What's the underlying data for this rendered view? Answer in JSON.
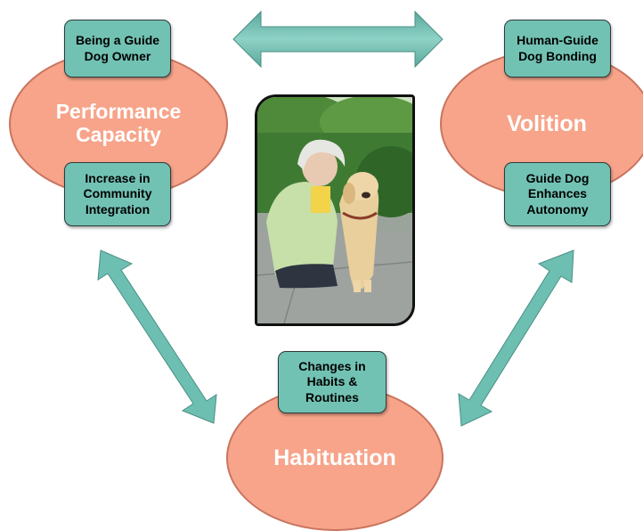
{
  "ellipses": {
    "performance": {
      "line1": "Performance",
      "line2": "Capacity"
    },
    "volition": {
      "label": "Volition"
    },
    "habituation": {
      "label": "Habituation"
    }
  },
  "tags": {
    "guide_dog_owner": {
      "line1": "Being a Guide",
      "line2": "Dog Owner"
    },
    "community": {
      "line1": "Increase in",
      "line2": "Community",
      "line3": "Integration"
    },
    "bonding": {
      "line1": "Human-Guide",
      "line2": "Dog Bonding"
    },
    "autonomy": {
      "line1": "Guide Dog",
      "line2": "Enhances",
      "line3": "Autonomy"
    },
    "habits": {
      "line1": "Changes in",
      "line2": "Habits &",
      "line3": "Routines"
    }
  },
  "colors": {
    "ellipse_fill": "#f7a48a",
    "tag_fill": "#72c2b4",
    "arrow_fill": "#6dbfb2"
  }
}
